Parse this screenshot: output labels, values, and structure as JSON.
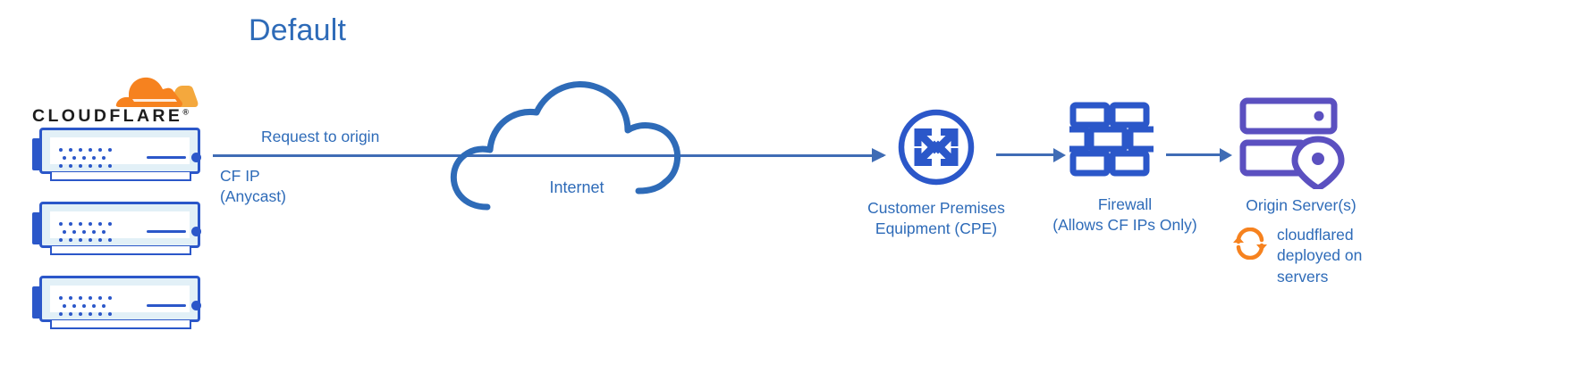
{
  "diagram": {
    "title": "Default",
    "type": "network-architecture-flow",
    "colors": {
      "primary_blue": "#2E6BB8",
      "line_blue": "#3F6CB5",
      "icon_blue": "#2B57C9",
      "origin_purple": "#5B50C0",
      "cloudflare_orange": "#F6821F",
      "background": "#FFFFFF"
    }
  },
  "cloudflare_logo": {
    "wordmark": "CLOUDFLARE",
    "trademark": "®",
    "icon_name": "cloudflare-cloud-logo"
  },
  "servers": {
    "count": 3,
    "icon_name": "server-unit-icon"
  },
  "flow": {
    "request_label": "Request to origin",
    "cf_ip_label_line1": "CF IP",
    "cf_ip_label_line2": "(Anycast)"
  },
  "internet": {
    "label": "Internet",
    "icon_name": "cloud-icon"
  },
  "cpe": {
    "label_line1": "Customer Premises",
    "label_line2": "Equipment (CPE)",
    "icon_name": "converging-arrows-circle-icon"
  },
  "firewall": {
    "label_line1": "Firewall",
    "label_line2": "(Allows CF IPs Only)",
    "icon_name": "brick-wall-icon"
  },
  "origin": {
    "label": "Origin Server(s)",
    "icon_name": "server-location-pin-icon",
    "cloudflared": {
      "line1": "cloudflared",
      "line2": "deployed on",
      "line3": "servers",
      "icon_name": "refresh-cycle-icon"
    }
  }
}
